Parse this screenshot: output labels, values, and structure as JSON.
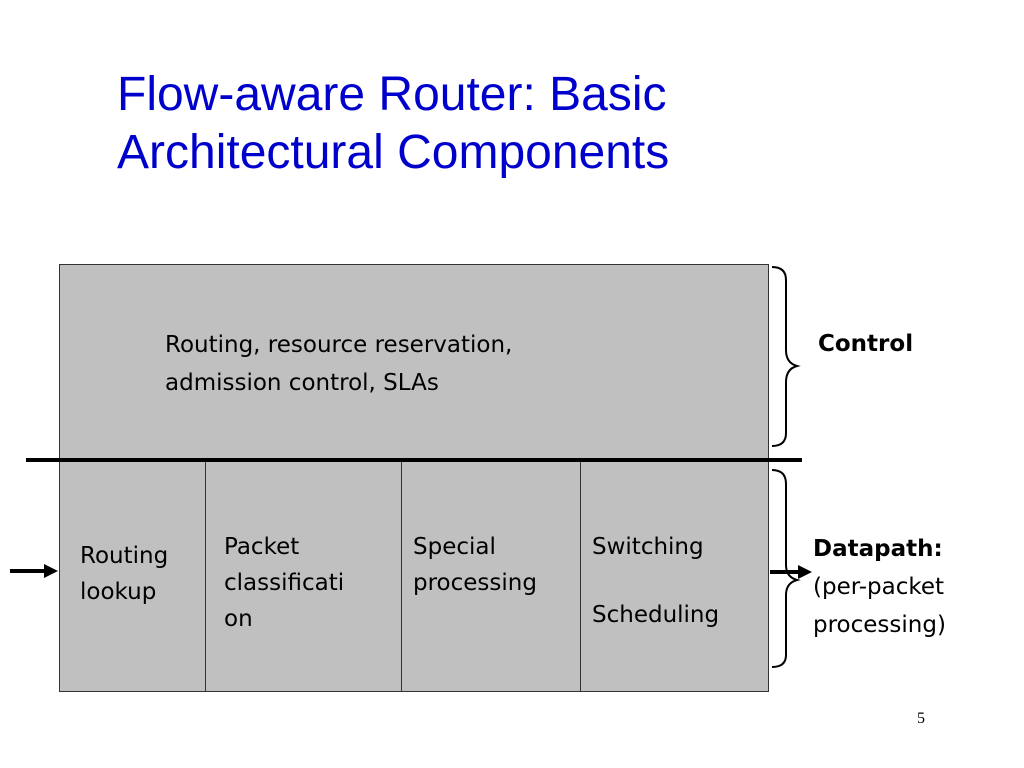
{
  "slide": {
    "title_line1": "Flow-aware Router: Basic",
    "title_line2": "Architectural Components",
    "page_number": "5"
  },
  "control_box": {
    "line1": "Routing, resource reservation,",
    "line2": "admission control, SLAs"
  },
  "datapath_columns": [
    {
      "lines": [
        "Routing",
        "lookup"
      ]
    },
    {
      "lines": [
        "Packet",
        "classificati",
        "on"
      ]
    },
    {
      "lines": [
        "Special",
        "processing"
      ]
    },
    {
      "lines": [
        "Switching",
        "Scheduling"
      ]
    }
  ],
  "labels": {
    "control": "Control",
    "datapath_title": "Datapath:",
    "datapath_line2": "(per-packet",
    "datapath_line3": "processing)"
  },
  "colors": {
    "title": "#0000cc",
    "box_fill": "#c0c0c0"
  }
}
